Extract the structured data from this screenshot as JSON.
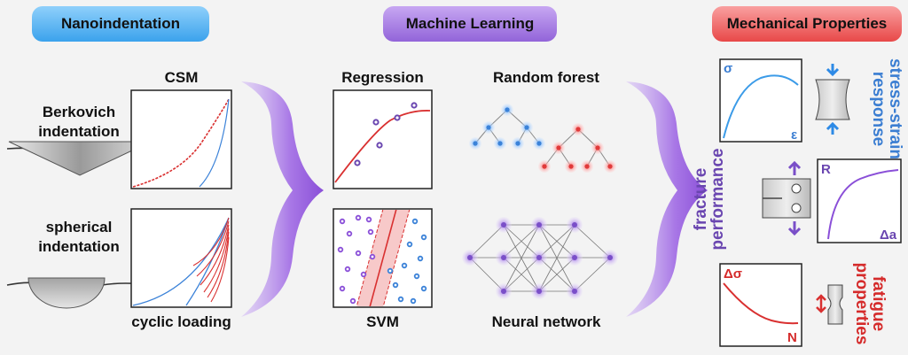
{
  "headers": {
    "nanoindentation": "Nanoindentation",
    "machine_learning": "Machine Learning",
    "mechanical_properties": "Mechanical Properties"
  },
  "nanoindentation": {
    "berkovich_label": "Berkovich\nindentation",
    "spherical_label": "spherical\nindentation",
    "csm_label": "CSM",
    "cyclic_label": "cyclic loading"
  },
  "machine_learning": {
    "regression_label": "Regression",
    "random_forest_label": "Random forest",
    "svm_label": "SVM",
    "neural_network_label": "Neural network"
  },
  "mechanical_properties": {
    "stress_strain_label": "stress-strain\nresponse",
    "fracture_label": "fracture\nperformance",
    "fatigue_label": "fatigue\nproperties",
    "sigma_symbol": "σ",
    "epsilon_symbol": "ε",
    "r_symbol": "R",
    "delta_a_symbol": "Δa",
    "delta_sigma_symbol": "Δσ",
    "n_symbol": "N"
  },
  "colors": {
    "blue_pill": "#56b4f5",
    "purple_pill": "#a97ee2",
    "red_pill": "#f06a6a",
    "blue_text": "#3b7ed2",
    "purple_text": "#6a46b0",
    "red_text": "#d52b2b",
    "arrow_purple": "#9b5fe0"
  }
}
